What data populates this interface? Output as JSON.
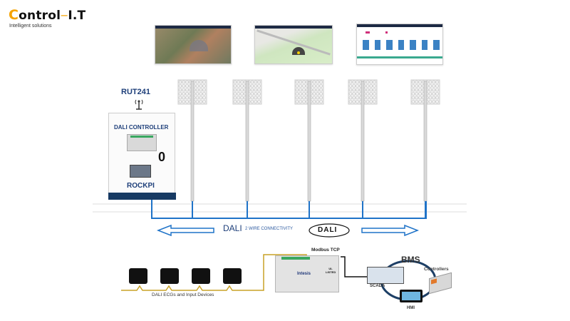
{
  "brand": {
    "name_first_letter": "C",
    "name_rest": "ontrol",
    "name_dash": "—",
    "name_suffix": "I.T",
    "tagline": "Intelligent solutions",
    "accent_color": "#f5a300"
  },
  "screenshots": [
    {
      "name": "satellite-map-view"
    },
    {
      "name": "street-map-view"
    },
    {
      "name": "energy-dashboard-view"
    }
  ],
  "gateway": {
    "label": "RUT241",
    "icon": "antenna-icon"
  },
  "cabinet": {
    "controller_label": "DALI CONTROLLER",
    "computer_label": "ROCKPI",
    "switch_glyph": "0"
  },
  "poles": {
    "count": 5
  },
  "bus": {
    "label": "DALI",
    "sublabel": "2 WIRE CONNECTIVITY",
    "logo_text": "DALI",
    "line_color": "#1f73c8"
  },
  "devices": {
    "label": "DALI ECGs and Input Devices",
    "icons": [
      "light-switch-panel-icon",
      "dimmer-knob-icon",
      "motion-sensor-icon",
      "led-tube-icon"
    ],
    "bus_color": "#c9a227"
  },
  "integration": {
    "protocol_label": "Modbus TCP",
    "gateway_brand": "Intesis",
    "cert": "UL LISTED"
  },
  "bms": {
    "title": "BMS",
    "nodes": [
      "SCADA",
      "Controllers",
      "HMI"
    ]
  }
}
